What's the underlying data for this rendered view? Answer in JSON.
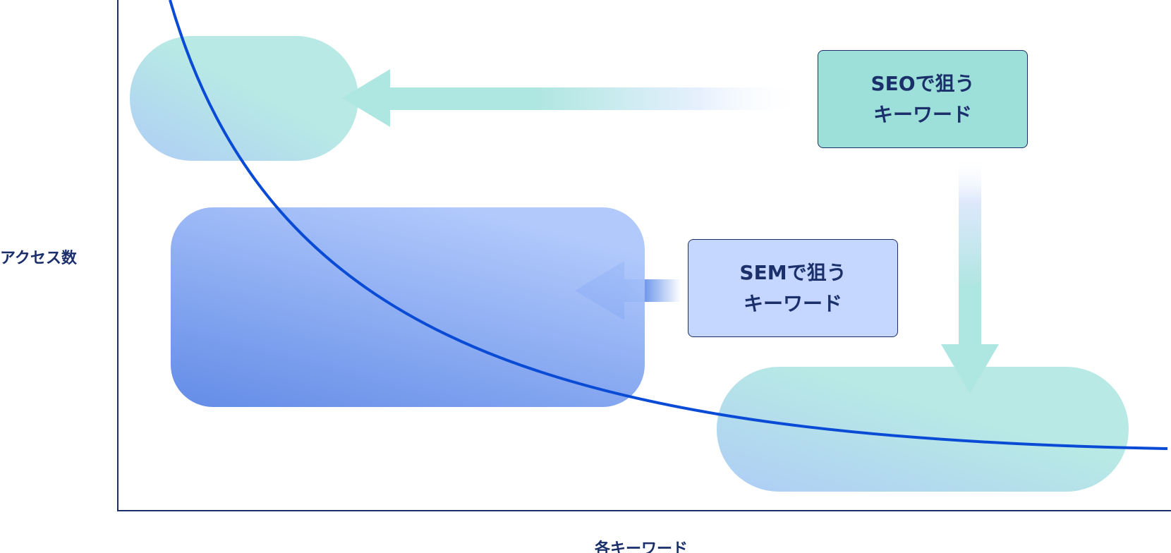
{
  "axes": {
    "y_label": "アクセス数",
    "x_label": "各キーワード"
  },
  "seo_box": {
    "line1": "SEOで狙う",
    "line2": "キーワード"
  },
  "sem_box": {
    "line1": "SEMで狙う",
    "line2": "キーワード"
  },
  "colors": {
    "axis": "#1b2f6b",
    "curve": "#0a4bd6",
    "seo_fill": "#9ddfd9",
    "sem_fill": "#c5d6ff",
    "sem_arrow": "#1f5fe0",
    "region_blue_light": "#a3c6f5",
    "region_teal": "#aee6e1"
  }
}
